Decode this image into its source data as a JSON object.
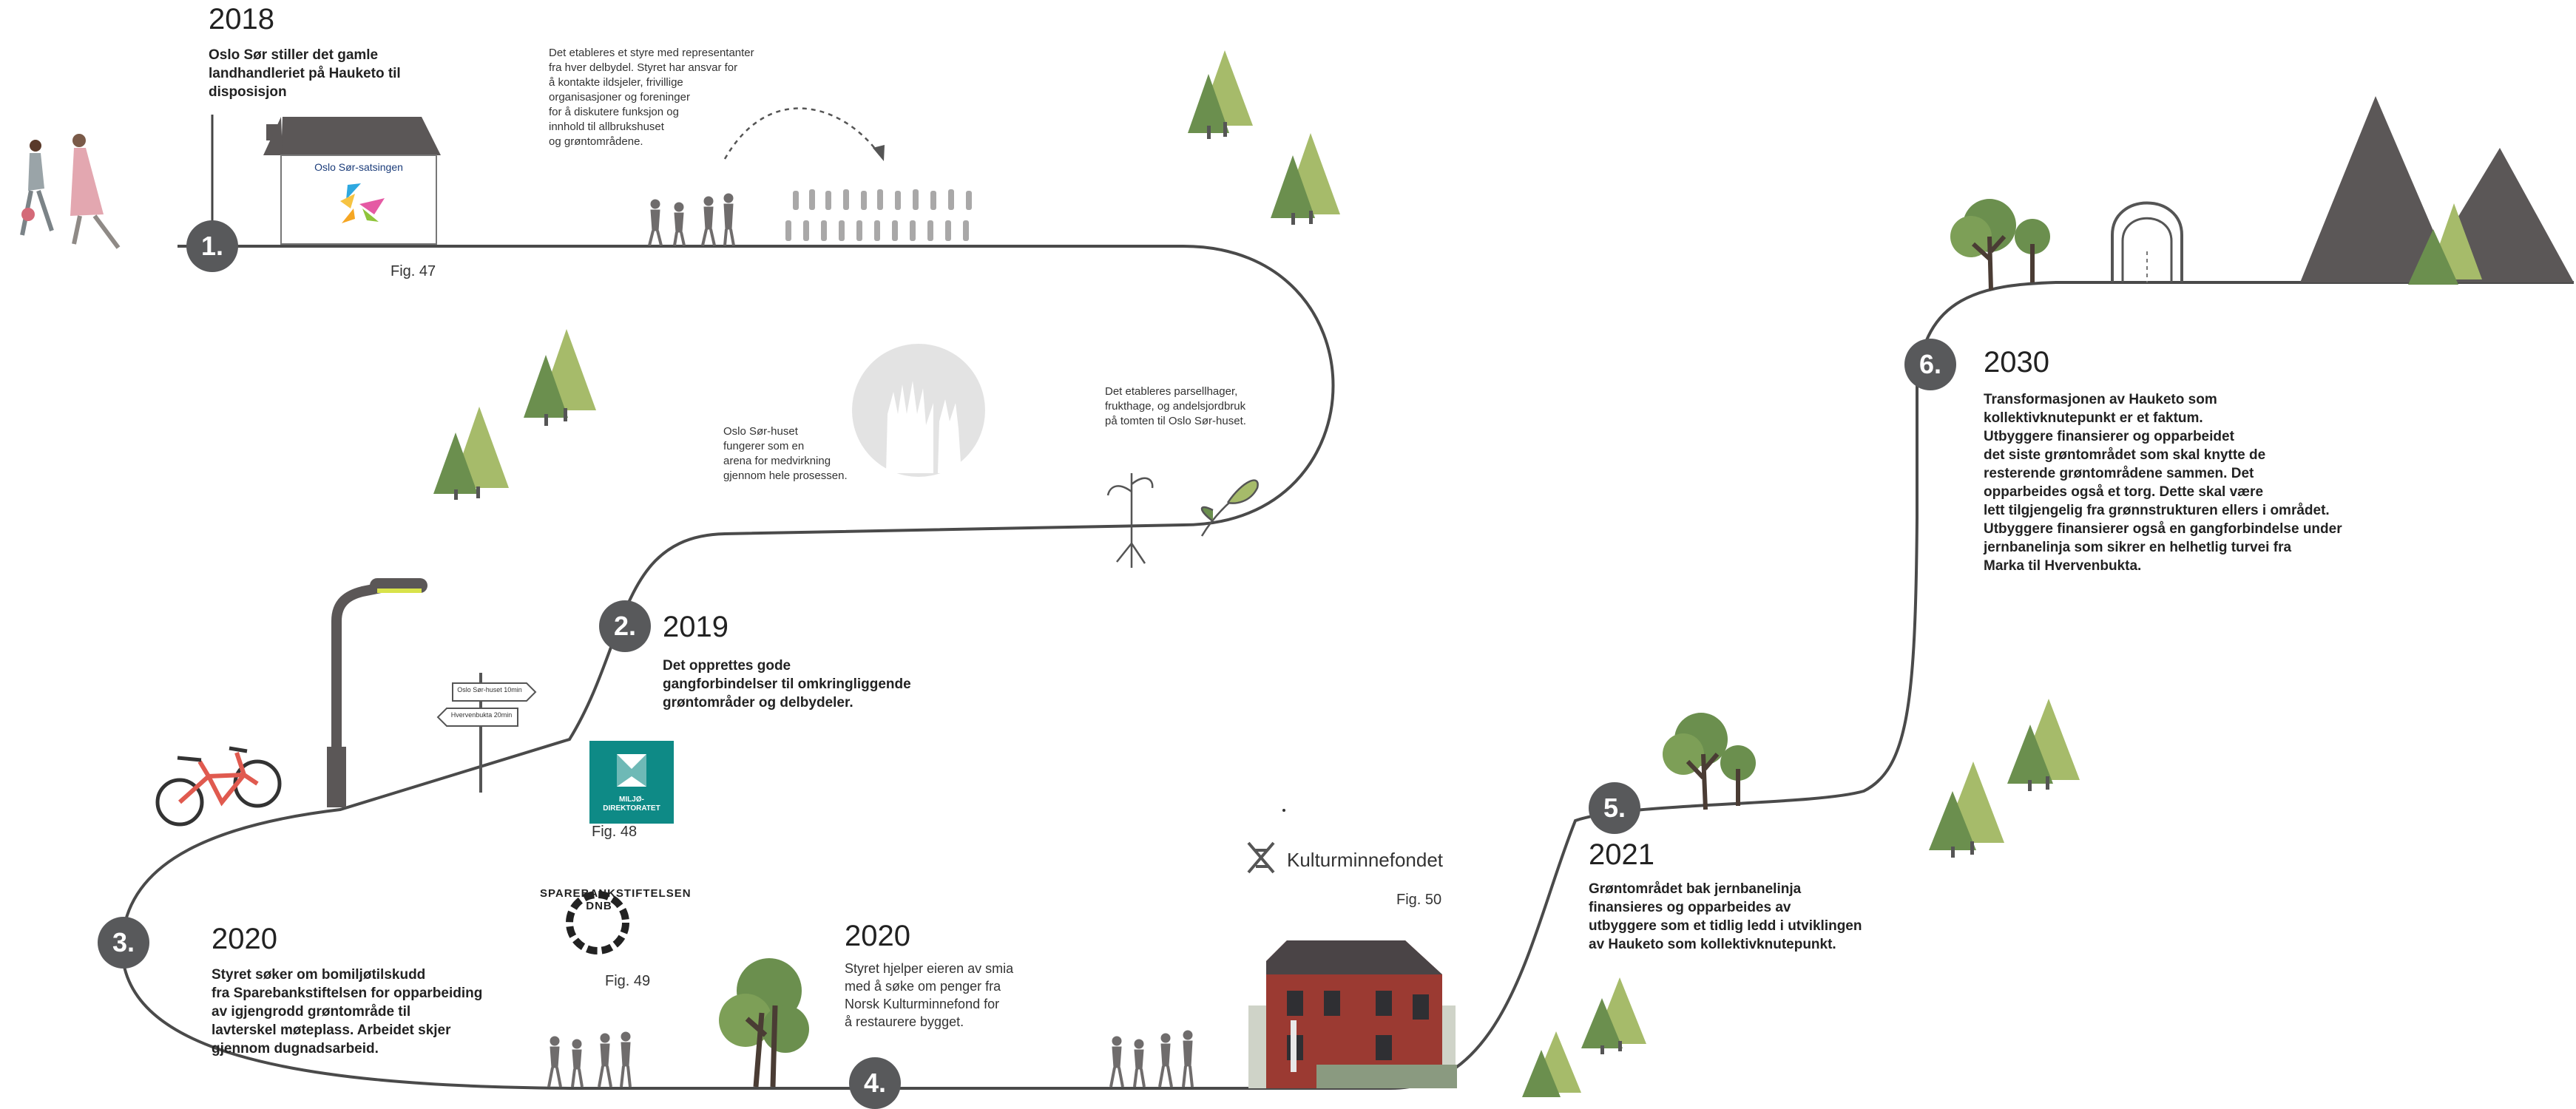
{
  "milestones": [
    {
      "number": "1.",
      "year": "2018",
      "text": "Oslo Sør stiller det gamle\nlandhandleriet på Hauketo til\ndisposisjon"
    },
    {
      "number": "2.",
      "year": "2019",
      "text": "Det opprettes gode\ngangforbindelser til omkringliggende\ngrøntområder og delbydeler."
    },
    {
      "number": "3.",
      "year": "2020",
      "text": "Styret søker om bomiljøtilskudd\nfra Sparebankstiftelsen for opparbeiding\nav igjengrodd grøntområde til\nlavterskel møteplass. Arbeidet skjer\ngjennom dugnadsarbeid."
    },
    {
      "number": "4.",
      "year": "2020",
      "text": "Styret hjelper eieren av smia\n med å søke om penger fra\nNorsk Kulturminnefond for\nå restaurere bygget."
    },
    {
      "number": "5.",
      "year": "2021",
      "text": "Grøntområdet bak jernbanelinja\nfinansieres og opparbeides av\nutbyggere som et tidlig ledd i utviklingen\nav Hauketo som kollektivknutepunkt."
    },
    {
      "number": "6.",
      "year": "2030",
      "text": "Transformasjonen av Hauketo som\nkollektivknutepunkt er et faktum.\nUtbyggere finansierer og opparbeidet\ndet siste grøntområdet som skal knytte de\nresterende grøntområdene sammen. Det\nopparbeides også et torg. Dette skal være\nlett tilgjengelig fra grønnstrukturen ellers i området.\nUtbyggere finansierer også en gangforbindelse under\njernbanelinja som sikrer en helhetlig turvei fra\nMarka til Hvervenbukta."
    }
  ],
  "notes": {
    "board": "Det etableres et styre med representanter\nfra hver delbydel. Styret har ansvar for\nå kontakte ildsjeler, frivillige\norganisasjoner og foreninger\nfor å diskutere funksjon og\ninnhold til allbrukshuset\nog grøntområdene.",
    "arena": "Oslo Sør-huset\nfungerer som en\narena for medvirkning\ngjennom hele prosessen.",
    "gardens": "Det etableres parsellhager,\nfrukthage, og andelsjordbruk\npå tomten til Oslo Sør-huset."
  },
  "figures": {
    "fig47": "Fig. 47",
    "fig48": "Fig. 48",
    "fig49": "Fig. 49",
    "fig50": "Fig. 50"
  },
  "logos": {
    "house_sign": "Oslo Sør-satsingen",
    "miljo_line1": "MILJØ-",
    "miljo_line2": "DIREKTORATET",
    "sparebank": "SPAREBANKSTIFTELSEN DNB",
    "kulturminne": "Kulturminnefondet"
  },
  "signpost": {
    "sign1": "Oslo Sør-huset 10min",
    "sign2": "Hvervenbukta 20min"
  },
  "colors": {
    "path": "#4a4a4a",
    "step_circle": "#58595b",
    "tree_dark": "#6b8f4e",
    "tree_light": "#a6bb6a",
    "mountain": "#5b5757",
    "bike": "#e05a4f",
    "lamp_light": "#d8e24a",
    "miljo": "#0e8a86"
  }
}
